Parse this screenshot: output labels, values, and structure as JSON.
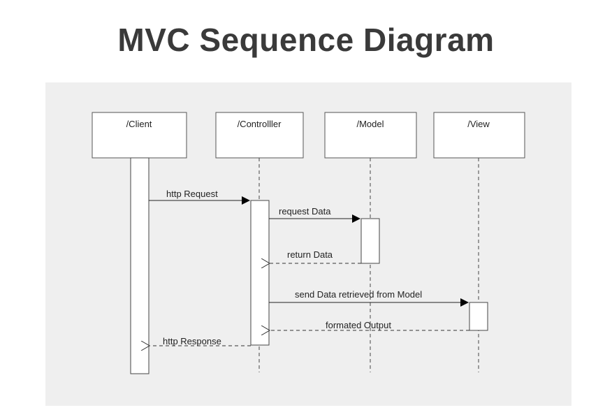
{
  "title": "MVC Sequence Diagram",
  "participants": [
    {
      "name": "/Client"
    },
    {
      "name": "/Controlller"
    },
    {
      "name": "/Model"
    },
    {
      "name": "/View"
    }
  ],
  "messages": [
    {
      "label": "http Request",
      "from": "/Client",
      "to": "/Controlller",
      "kind": "sync"
    },
    {
      "label": "request Data",
      "from": "/Controlller",
      "to": "/Model",
      "kind": "sync"
    },
    {
      "label": "return Data",
      "from": "/Model",
      "to": "/Controlller",
      "kind": "return"
    },
    {
      "label": "send Data retrieved from Model",
      "from": "/Controlller",
      "to": "/View",
      "kind": "sync"
    },
    {
      "label": "formated Output",
      "from": "/View",
      "to": "/Controlller",
      "kind": "return"
    },
    {
      "label": "http Response",
      "from": "/Controlller",
      "to": "/Client",
      "kind": "return"
    }
  ]
}
